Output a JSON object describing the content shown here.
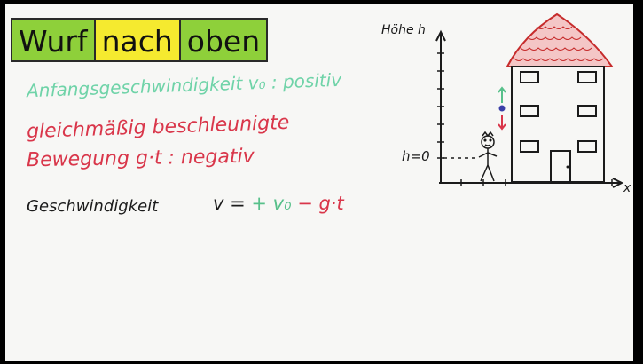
{
  "title": {
    "part1": "Wurf",
    "part2": "nach",
    "part3": "oben",
    "colors": {
      "green": "#8ed03a",
      "yellow": "#f5ea2f"
    }
  },
  "notes": {
    "line1": "Anfangsgeschwindigkeit v₀ : positiv",
    "line2": "gleichmäßig beschleunigte",
    "line3": "Bewegung g·t : negativ",
    "line4": "Geschwindigkeit",
    "formula": {
      "lhs": "v =",
      "plus_v0": "+ v₀",
      "minus_gt": "− g·t"
    },
    "colors": {
      "positive": "#57c08a",
      "negative": "#d9364a",
      "text": "#1b1b1b"
    }
  },
  "diagram": {
    "y_axis_label": "Höhe h",
    "x_axis_label": "x",
    "ground_label": "h=0",
    "icons": [
      "stick-figure-icon",
      "house-icon",
      "ball-icon",
      "up-arrow-icon",
      "down-arrow-icon"
    ]
  }
}
